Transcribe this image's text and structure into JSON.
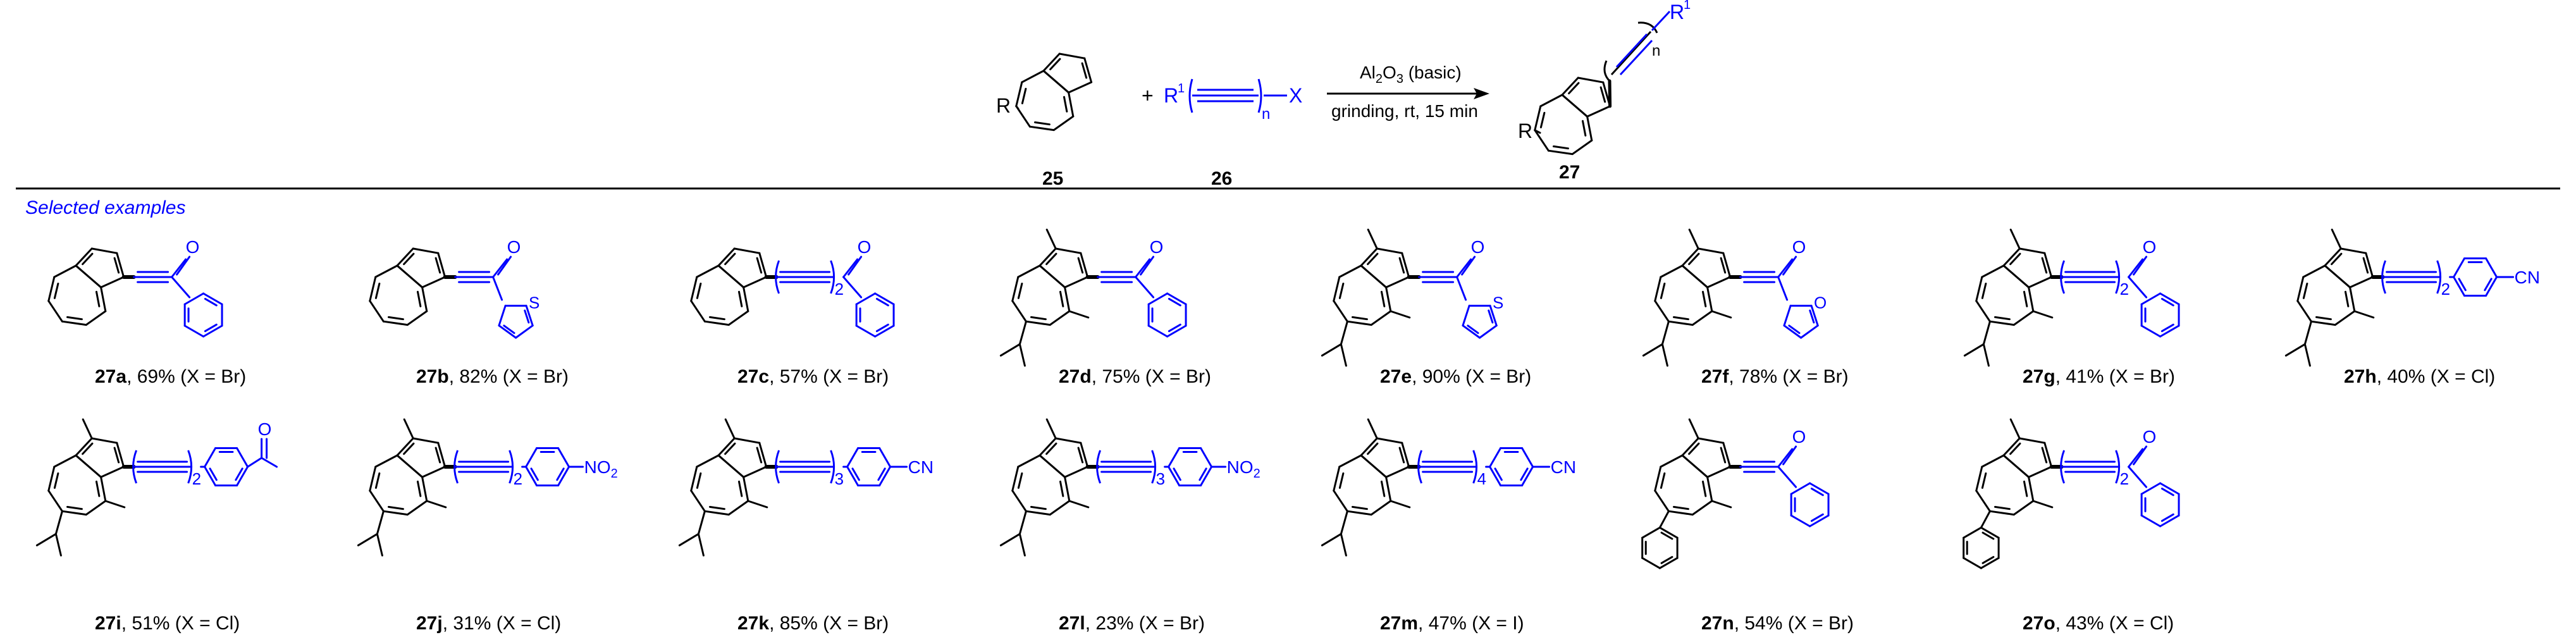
{
  "scheme": {
    "reactant_1": {
      "substituent": "R",
      "label": "25"
    },
    "plus": "+",
    "reactant_2": {
      "r_label": "R",
      "r_sup": "1",
      "n_label": "n",
      "x_label": "X",
      "label": "26"
    },
    "conditions": {
      "line1_main": "Al",
      "line1_sub": "2",
      "line1_mid": "O",
      "line1_sub2": "3",
      "line1_end": " (basic)",
      "line2": "grinding, rt, 15 min"
    },
    "product": {
      "substituent": "R",
      "r1_label": "R",
      "r1_sup": "1",
      "n_label": "n",
      "label": "27"
    }
  },
  "section_title": "Selected examples",
  "examples": [
    {
      "id": "27a",
      "yield": ", 69% (X = Br)",
      "core": "azulene",
      "n": "",
      "group": "C(O)Ph"
    },
    {
      "id": "27b",
      "yield": ", 82% (X = Br)",
      "core": "azulene",
      "n": "",
      "group": "C(O)-2-thienyl"
    },
    {
      "id": "27c",
      "yield": ", 57% (X = Br)",
      "core": "azulene",
      "n": "2",
      "group": "C(O)Ph"
    },
    {
      "id": "27d",
      "yield": ", 75% (X = Br)",
      "core": "guaiazulene",
      "n": "",
      "group": "C(O)Ph"
    },
    {
      "id": "27e",
      "yield": ", 90% (X = Br)",
      "core": "guaiazulene",
      "n": "",
      "group": "C(O)-2-thienyl"
    },
    {
      "id": "27f",
      "yield": ", 78% (X = Br)",
      "core": "guaiazulene",
      "n": "",
      "group": "C(O)-2-furyl"
    },
    {
      "id": "27g",
      "yield": ", 41% (X = Br)",
      "core": "guaiazulene",
      "n": "2",
      "group": "C(O)Ph"
    },
    {
      "id": "27h",
      "yield": ", 40% (X = Cl)",
      "core": "guaiazulene",
      "n": "2",
      "group": "C6H4-CN"
    },
    {
      "id": "27i",
      "yield": ", 51% (X = Cl)",
      "core": "guaiazulene",
      "n": "2",
      "group": "C6H4-C(O)Me"
    },
    {
      "id": "27j",
      "yield": ", 31% (X = Cl)",
      "core": "guaiazulene",
      "n": "2",
      "group": "C6H4-NO2"
    },
    {
      "id": "27k",
      "yield": ", 85% (X = Br)",
      "core": "guaiazulene",
      "n": "3",
      "group": "C6H4-CN"
    },
    {
      "id": "27l",
      "yield": ", 23% (X = Br)",
      "core": "guaiazulene",
      "n": "3",
      "group": "C6H4-NO2"
    },
    {
      "id": "27m",
      "yield": ", 47% (X = I)",
      "core": "guaiazulene",
      "n": "4",
      "group": "C6H4-CN"
    },
    {
      "id": "27n",
      "yield": ", 54% (X = Br)",
      "core": "phenylazulene",
      "n": "",
      "group": "C(O)Ph"
    },
    {
      "id": "27o",
      "yield": ", 43% (X = Cl)",
      "core": "phenylazulene",
      "n": "2",
      "group": "C(O)Ph"
    }
  ],
  "group_text": {
    "thiophene_atom": "S",
    "furan_atom": "O",
    "carbonyl_atom": "O",
    "cyano": "CN",
    "nitro_main": "NO",
    "nitro_sub": "2"
  },
  "colors": {
    "reagent_blue": "#0000ff",
    "black": "#000000"
  }
}
